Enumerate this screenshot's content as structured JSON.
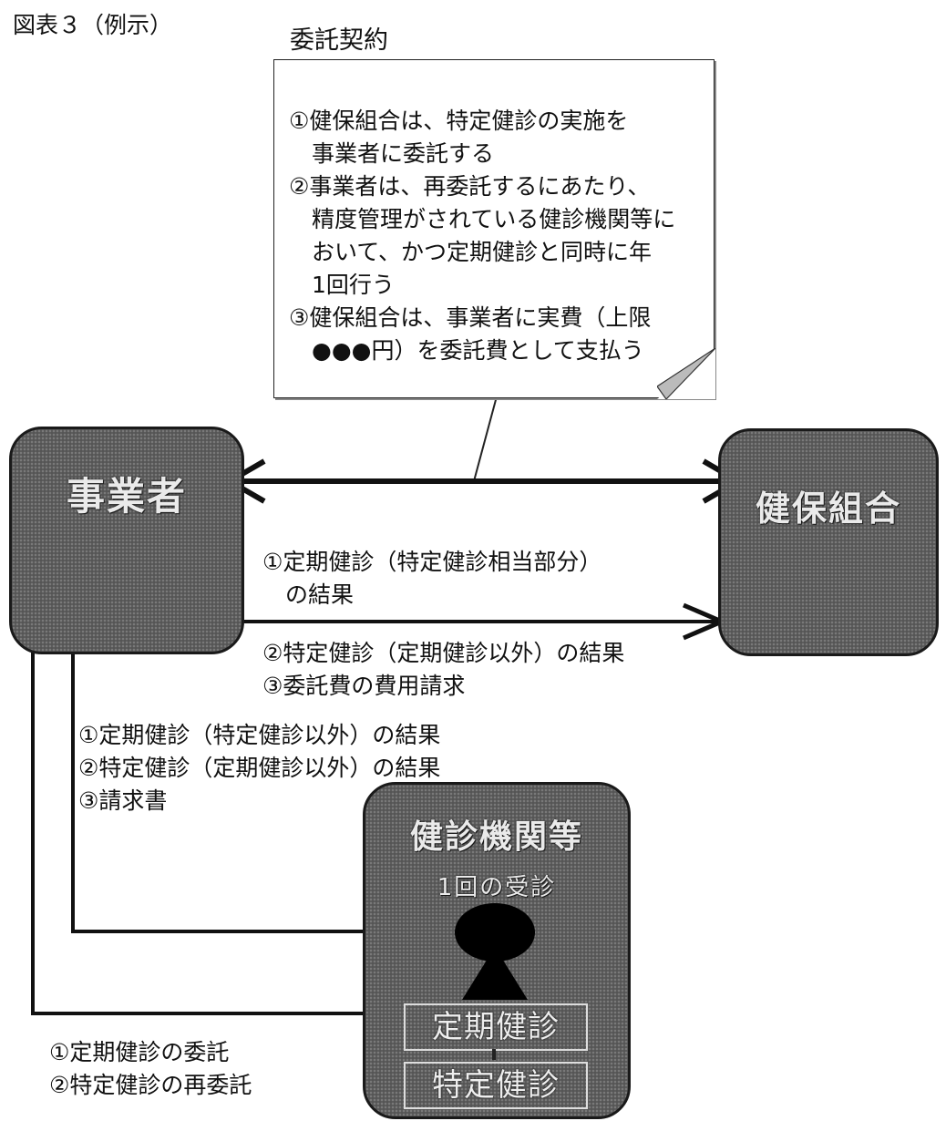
{
  "figure_label": "図表３（例示）",
  "contract": {
    "title": "委託契約",
    "lines": [
      "①健保組合は、特定健診の実施を",
      "　事業者に委託する",
      "②事業者は、再委託するにあたり、",
      "　精度管理がされている健診機関等に",
      "　おいて、かつ定期健診と同時に年",
      "　1回行う",
      "③健保組合は、事業者に実費（上限",
      "　●●●円）を委託費として支払う"
    ]
  },
  "entities": {
    "employer": "事業者",
    "insurer": "健保組合",
    "clinic": {
      "name": "健診機関等",
      "subtitle": "1回の受診",
      "exam_periodic": "定期健診",
      "exam_specific": "特定健診"
    }
  },
  "flows": {
    "employer_to_insurer": [
      "①定期健診（特定健診相当部分）",
      "　の結果"
    ],
    "employer_to_insurer_below": [
      "②特定健診（定期健診以外）の結果",
      "③委託費の費用請求"
    ],
    "clinic_to_employer": [
      "①定期健診（特定健診以外）の結果",
      "②特定健診（定期健診以外）の結果",
      "③請求書"
    ],
    "employer_to_clinic": [
      "①定期健診の委託",
      "②特定健診の再委託"
    ]
  }
}
